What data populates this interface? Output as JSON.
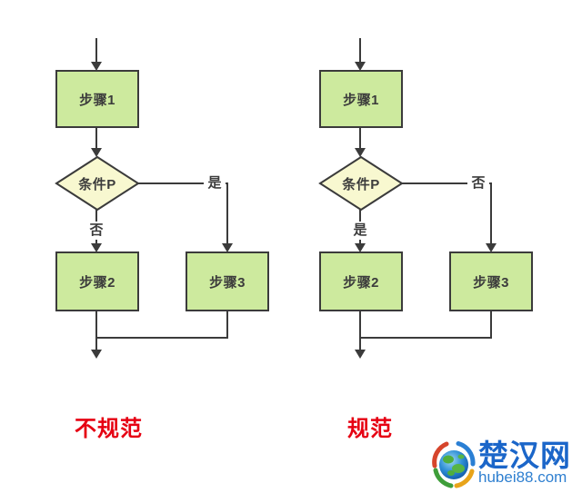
{
  "charts": [
    {
      "id": "non-standard",
      "step1": "步骤1",
      "condition": "条件P",
      "step2": "步骤2",
      "step3": "步骤3",
      "right_branch_label": "是",
      "down_branch_label": "否",
      "caption": "不规范"
    },
    {
      "id": "standard",
      "step1": "步骤1",
      "condition": "条件P",
      "step2": "步骤2",
      "step3": "步骤3",
      "right_branch_label": "否",
      "down_branch_label": "是",
      "caption": "规范"
    }
  ],
  "watermark": {
    "site_name": "楚汉网",
    "site_domain": "hubei88.com"
  },
  "colors": {
    "process_fill": "#cdea9e",
    "decision_fill": "#f8f8d0",
    "stroke": "#3b3b3b",
    "caption_red": "#e60012",
    "logo_blue": "#1b66c9"
  }
}
